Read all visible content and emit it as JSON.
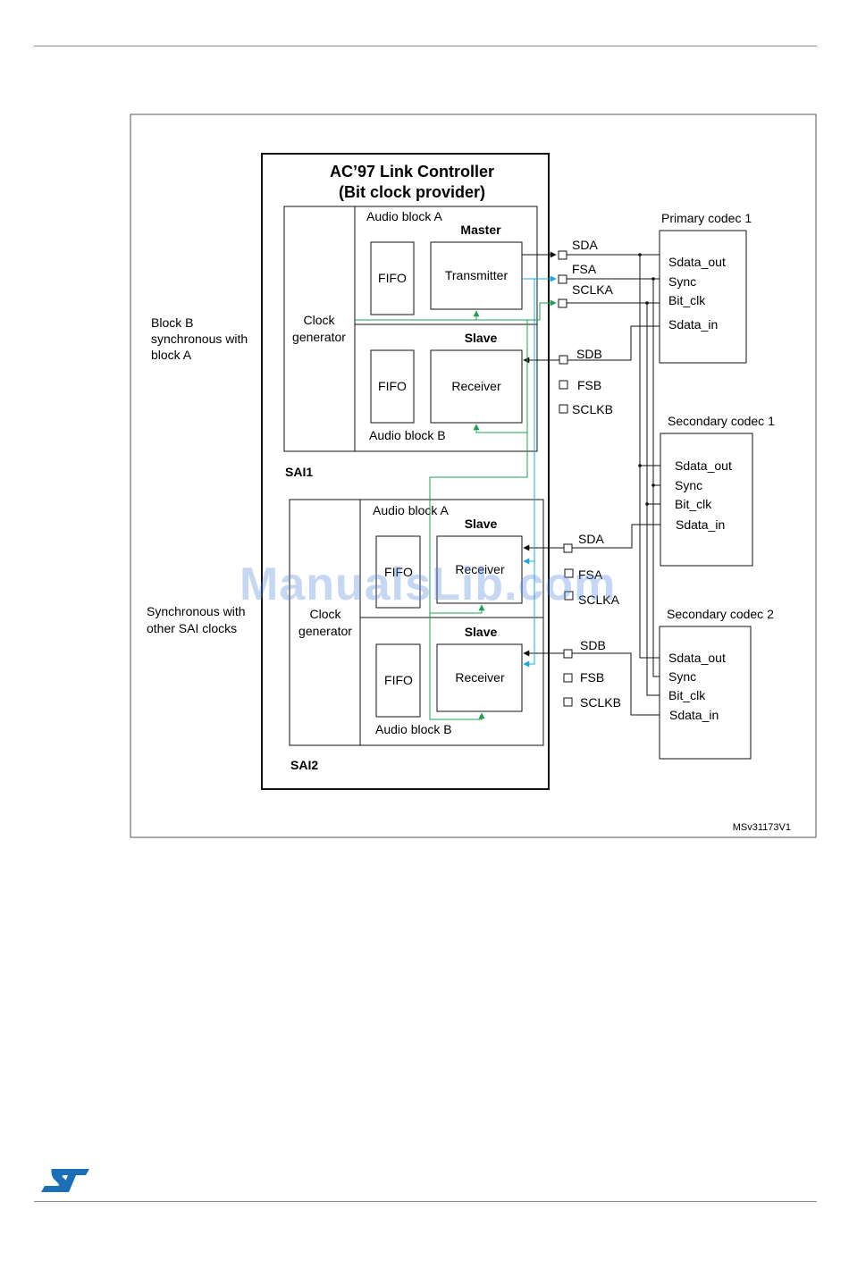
{
  "figure_id": "MSv31173V1",
  "controller": {
    "title_line1": "AC’97 Link Controller",
    "title_line2": "(Bit clock provider)"
  },
  "notes": {
    "block_b_sync": [
      "Block B",
      "synchronous with",
      "block A"
    ],
    "sai_sync": [
      "Synchronous with",
      "other SAI clocks"
    ]
  },
  "sai1": {
    "label": "SAI1",
    "clock_generator": [
      "Clock",
      "generator"
    ],
    "block_a": {
      "label": "Audio block A",
      "mode": "Master",
      "fifo": "FIFO",
      "unit": "Transmitter"
    },
    "block_b": {
      "label": "Audio block B",
      "mode": "Slave",
      "fifo": "FIFO",
      "unit": "Receiver"
    },
    "pins": {
      "sda": "SDA",
      "fsa": "FSA",
      "sclka": "SCLKA",
      "sdb": "SDB",
      "fsb": "FSB",
      "sclkb": "SCLKB"
    }
  },
  "sai2": {
    "label": "SAI2",
    "clock_generator": [
      "Clock",
      "generator"
    ],
    "block_a": {
      "label": "Audio block A",
      "mode": "Slave",
      "fifo": "FIFO",
      "unit": "Receiver"
    },
    "block_b": {
      "label": "Audio block B",
      "mode": "Slave",
      "fifo": "FIFO",
      "unit": "Receiver"
    },
    "pins": {
      "sda": "SDA",
      "fsa": "FSA",
      "sclka": "SCLKA",
      "sdb": "SDB",
      "fsb": "FSB",
      "sclkb": "SCLKB"
    }
  },
  "codecs": {
    "primary": {
      "title": "Primary codec 1",
      "pins": [
        "Sdata_out",
        "Sync",
        "Bit_clk",
        "Sdata_in"
      ]
    },
    "secondary1": {
      "title": "Secondary codec 1",
      "pins": [
        "Sdata_out",
        "Sync",
        "Bit_clk",
        "Sdata_in"
      ]
    },
    "secondary2": {
      "title": "Secondary codec 2",
      "pins": [
        "Sdata_out",
        "Sync",
        "Bit_clk",
        "Sdata_in"
      ]
    }
  },
  "watermark": "ManualsLib.com",
  "logo": {
    "icon": "st-logo-icon",
    "color": "#1b6fb4"
  },
  "colors": {
    "line": "#111111",
    "cyan": "#1ba8d8",
    "green": "#1fa055",
    "border": "#555555"
  }
}
